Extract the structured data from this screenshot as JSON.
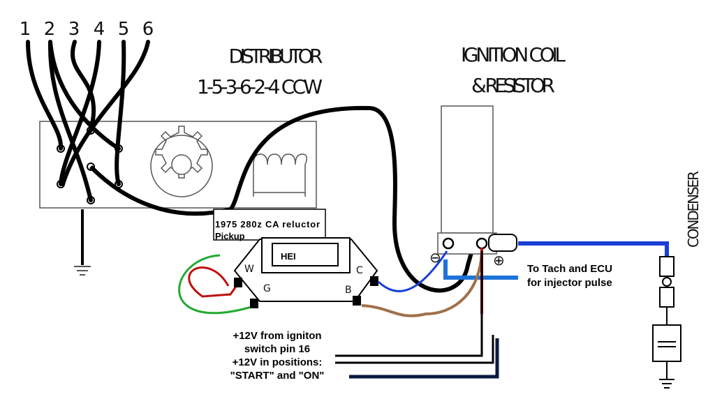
{
  "cylinder_numbers": [
    "1",
    "2",
    "3",
    "4",
    "5",
    "6"
  ],
  "distributor": {
    "title": "DISTRIBUTOR",
    "firing_order": "1-5-3-6-2-4 CCW"
  },
  "coil": {
    "title_line1": "IGNITION COIL",
    "title_line2": "& RESISTOR",
    "minus_symbol": "⊖",
    "plus_symbol": "⊕"
  },
  "condenser_label": "CONDENSER",
  "pickup_label_line1": "1975 280z CA reluctor",
  "pickup_label_line2": "Pickup",
  "hei": {
    "label": "HEI",
    "terminal_w": "W",
    "terminal_g": "G",
    "terminal_c": "C",
    "terminal_b": "B"
  },
  "tach_note": {
    "line1": "To Tach and ECU",
    "line2": "for injector pulse"
  },
  "power_note": {
    "line1": "+12V from igniton",
    "line2": "switch pin 16",
    "line3": "+12V in positions:",
    "line4": "\"START\" and \"ON\""
  },
  "colors": {
    "wire_black": "#000000",
    "wire_blue": "#1a3fd6",
    "wire_red": "#b01010",
    "wire_green": "#22aa33",
    "wire_brown": "#a0704a",
    "tach_blue": "#1e73d8"
  }
}
